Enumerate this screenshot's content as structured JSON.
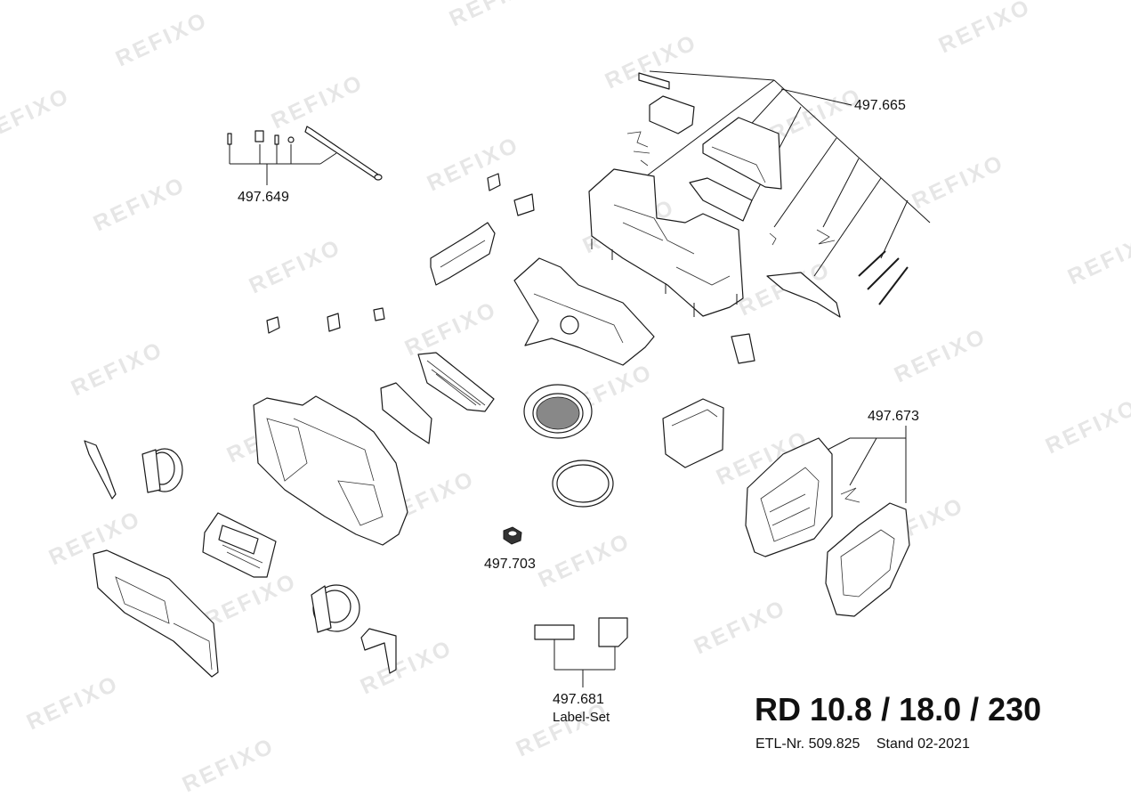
{
  "watermark": "REFIXO",
  "title": "RD 10.8 / 18.0 / 230",
  "etl": {
    "number": "ETL-Nr. 509.825",
    "stand": "Stand 02-2021"
  },
  "labels": {
    "p649": "497.649",
    "p665": "497.665",
    "p673": "497.673",
    "p703": "497.703",
    "p681": "497.681",
    "p681_sub": "Label-Set"
  }
}
